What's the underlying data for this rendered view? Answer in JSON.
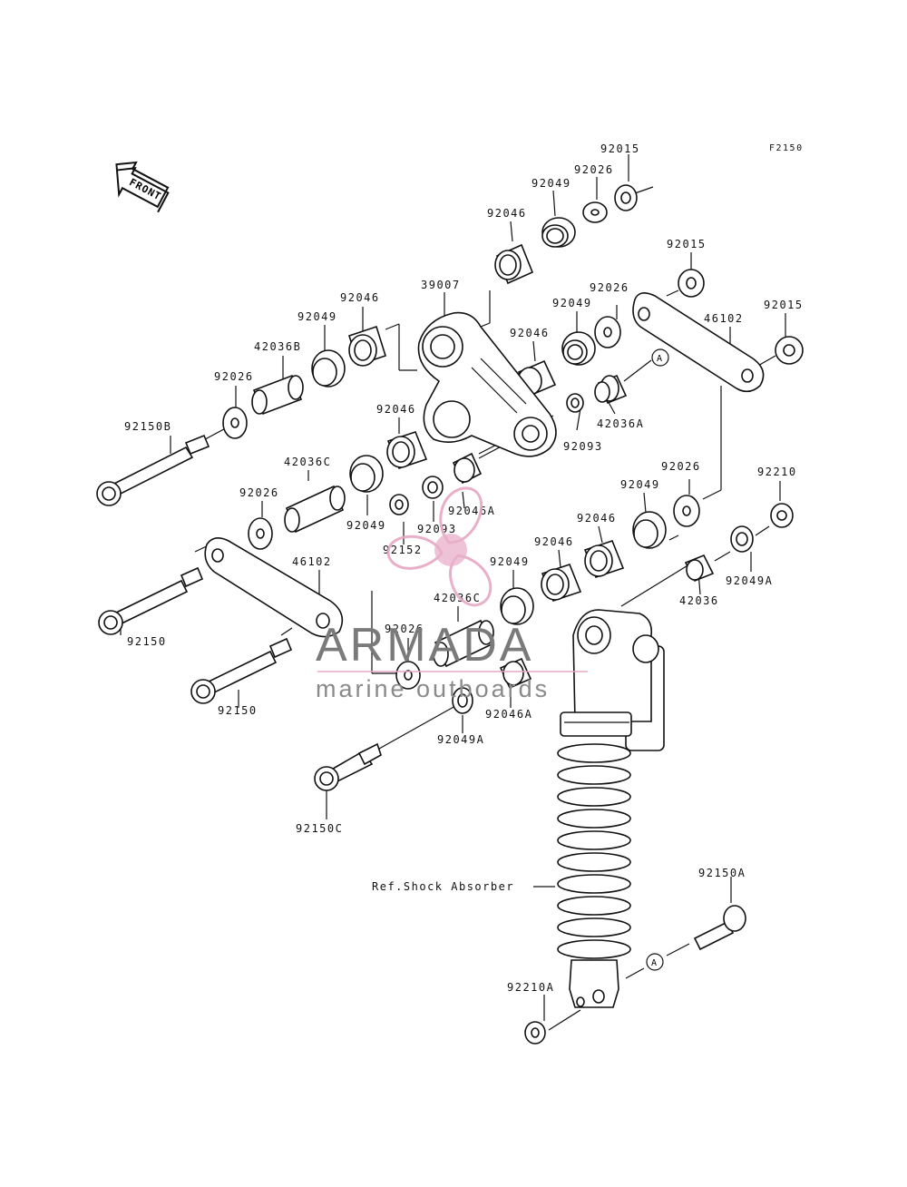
{
  "figure_code": "F2150",
  "front_label": "FRONT",
  "ref_label": "Ref.Shock Absorber",
  "marker_a": "A",
  "labels": {
    "l01": "92015",
    "l02": "92026",
    "l03": "92049",
    "l04": "92046",
    "l05": "92015",
    "l06": "92015",
    "l07": "39007",
    "l08": "92026",
    "l09": "92049",
    "l10": "46102",
    "l11": "92046",
    "l12": "92046",
    "l13": "92049",
    "l14": "42036B",
    "l15": "92026",
    "l16": "42036A",
    "l17": "92093",
    "l18": "92150B",
    "l19": "92046",
    "l20": "42036C",
    "l21": "92026",
    "l22": "92049",
    "l23": "92210",
    "l24": "92026",
    "l25": "92049",
    "l26": "92093",
    "l27": "92046A",
    "l28": "92046",
    "l29": "92152",
    "l30": "92046",
    "l31": "92049A",
    "l32": "46102",
    "l33": "92049",
    "l34": "42036C",
    "l35": "42036",
    "l36": "92150",
    "l37": "92026",
    "l38": "92150",
    "l39": "92046A",
    "l40": "92049A",
    "l41": "92150C",
    "l42": "92150A",
    "l43": "92210A"
  },
  "watermark": {
    "brand": "ARMADA",
    "tagline": "marine outboards",
    "color": "#e7a7c4"
  }
}
